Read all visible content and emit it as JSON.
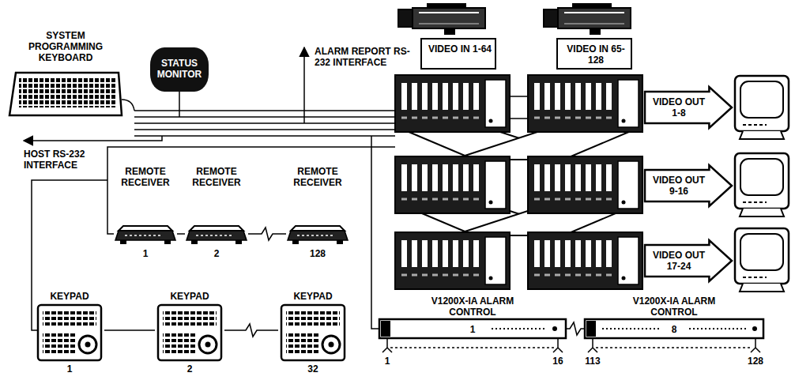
{
  "diagram": {
    "nodes": [
      {
        "text": [
          "SYSTEM PROGRAMMING KEYBOARD"
        ]
      },
      {
        "text": [
          "STATUS MONITOR"
        ]
      },
      {
        "text": [
          "VIDEO IN 1-64"
        ]
      },
      {
        "text": [
          "VIDEO IN 65-128"
        ]
      },
      {
        "text": [
          "VIDEO OUT 1-8"
        ]
      },
      {
        "text": [
          "VIDEO OUT 9-16"
        ]
      },
      {
        "text": [
          "VIDEO OUT 17-24"
        ]
      },
      {
        "text": [
          "REMOTE RECEIVER",
          "1"
        ]
      },
      {
        "text": [
          "REMOTE RECEIVER",
          "2"
        ]
      },
      {
        "text": [
          "REMOTE RECEIVER",
          "128"
        ]
      },
      {
        "text": [
          "KEYPAD",
          "1"
        ]
      },
      {
        "text": [
          "KEYPAD",
          "2"
        ]
      },
      {
        "text": [
          "KEYPAD",
          "32"
        ]
      },
      {
        "text": [
          "V1200X-IA ALARM CONTROL",
          "1"
        ]
      },
      {
        "text": [
          "V1200X-IA ALARM CONTROL",
          "8"
        ]
      }
    ],
    "edges": [
      {
        "from": 7,
        "to": 8,
        "arrow": "none"
      },
      {
        "from": 8,
        "to": 9,
        "arrow": "none"
      },
      {
        "from": 10,
        "to": 11,
        "arrow": "none"
      },
      {
        "from": 11,
        "to": 12,
        "arrow": "none"
      },
      {
        "from": 13,
        "to": 14,
        "arrow": "none"
      }
    ],
    "labels": [
      "ALARM REPORT RS-232 INTERFACE",
      "HOST RS-232 INTERFACE",
      "1",
      "16",
      "113",
      "128"
    ]
  }
}
